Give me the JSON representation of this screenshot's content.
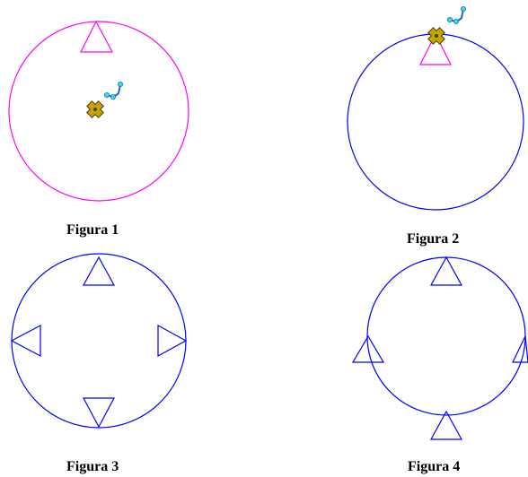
{
  "figures": [
    {
      "caption": "Figura 1",
      "circle_color": "#ff00ff",
      "marker_color": "#ff00ff"
    },
    {
      "caption": "Figura 2",
      "circle_color": "#0000ff",
      "marker_color": "#ff00ff"
    },
    {
      "caption": "Figura 3",
      "circle_color": "#0000ff",
      "marker_color": "#0000ff"
    },
    {
      "caption": "Figura 4",
      "circle_color": "#0000ff",
      "marker_color": "#0000ff"
    }
  ],
  "icons": {
    "move_cursor": "move-cross-icon",
    "pin": "pin-icon"
  },
  "colors": {
    "cursor_fill": "#c8a400",
    "cursor_outline": "#4a3a00",
    "pin_blue": "#2266cc",
    "pin_cyan": "#33e0e0"
  }
}
